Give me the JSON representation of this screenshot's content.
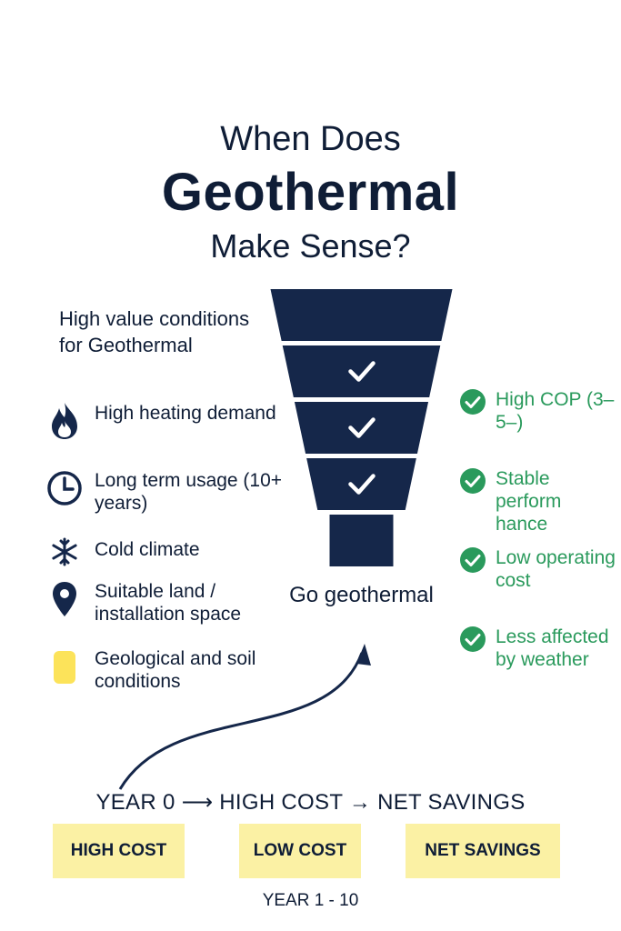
{
  "title": {
    "line1": "When Does",
    "line2": "Geothermal",
    "line3": "Make Sense?"
  },
  "conditions": {
    "heading": "High value conditions for Geothermal",
    "items": [
      {
        "label": "High heating demand",
        "icon": "flame-icon"
      },
      {
        "label": "Long term usage (10+ years)",
        "icon": "clock-icon"
      },
      {
        "label": "Cold climate",
        "icon": "snowflake-icon"
      },
      {
        "label": "Suitable land / installation space",
        "icon": "location-pin-icon"
      },
      {
        "label": "Geological and soil conditions",
        "icon": "soil-block-icon"
      }
    ]
  },
  "funnel": {
    "segments": 5,
    "checked": [
      false,
      true,
      true,
      true,
      false
    ],
    "color": "#15274a",
    "result": "Go geothermal"
  },
  "benefits": {
    "color": "#2a9a5c",
    "items": [
      {
        "label": "High COP (3–5–)"
      },
      {
        "label": "Stable perform hance"
      },
      {
        "label": "Low operating cost"
      },
      {
        "label": "Less affected by weather"
      }
    ]
  },
  "timeline": {
    "sequence": "YEAR 0 ⟶ HIGH COST → NET SAVINGS",
    "boxes": [
      {
        "label": "HIGH COST"
      },
      {
        "label": "LOW COST"
      },
      {
        "label": "NET SAVINGS"
      }
    ],
    "year_label": "YEAR 1 - 10",
    "box_color": "#fbf1a4"
  }
}
